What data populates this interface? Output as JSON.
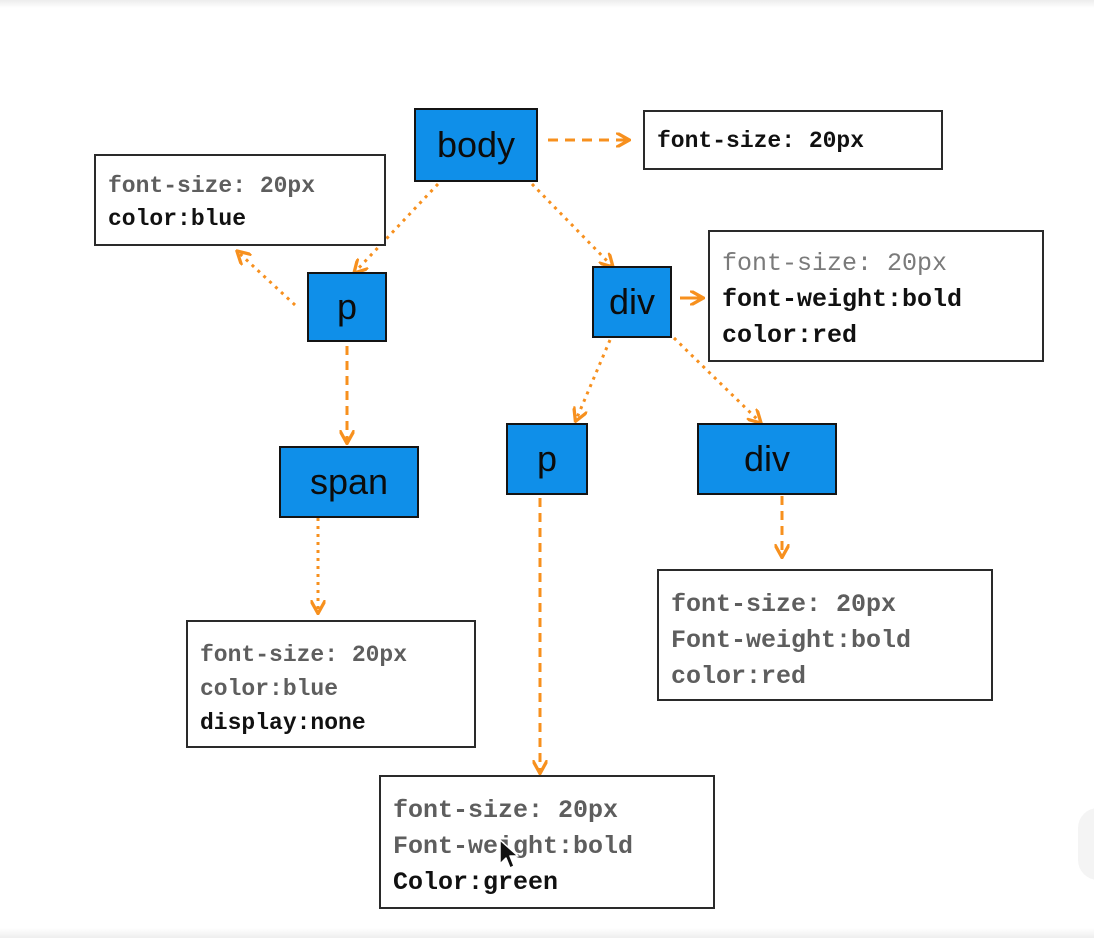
{
  "colors": {
    "node_fill": "#0f8fe9",
    "arrow": "#f7901e",
    "inherited_text": "#5e5e5e",
    "own_text": "#111111"
  },
  "nodes": {
    "body": "body",
    "p_left": "p",
    "div_right": "div",
    "span": "span",
    "p_middle": "p",
    "div_inner": "div"
  },
  "boxes": {
    "body": [
      "font-size: 20px"
    ],
    "p_left": [
      "font-size: 20px",
      "color:blue"
    ],
    "div_right": [
      "font-size: 20px",
      "font-weight:bold",
      "color:red"
    ],
    "span": [
      "font-size: 20px",
      "color:blue",
      "display:none"
    ],
    "div_inner": [
      "font-size: 20px",
      "Font-weight:bold",
      "color:red"
    ],
    "p_middle": [
      "font-size: 20px",
      "Font-weight:bold",
      "Color:green"
    ]
  },
  "icons": {
    "cursor": "mouse-pointer-icon"
  }
}
